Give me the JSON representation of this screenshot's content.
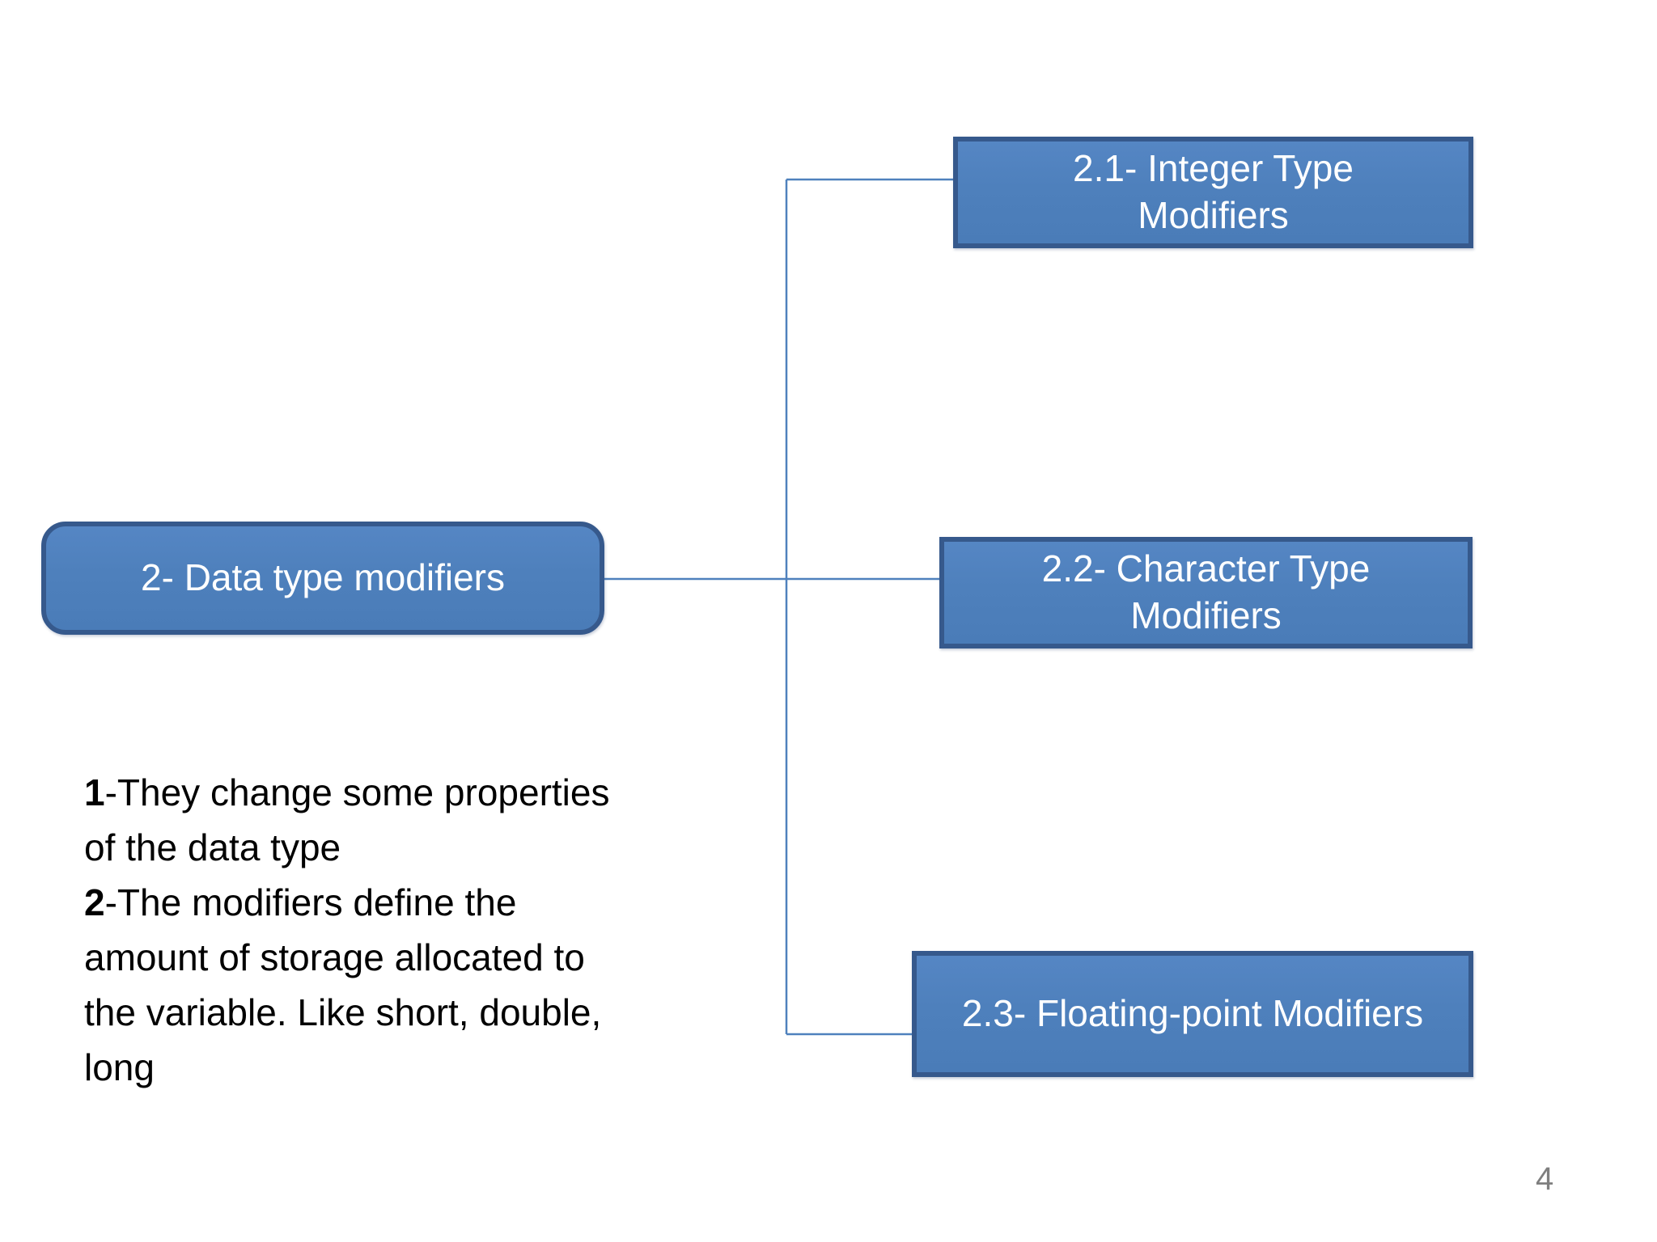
{
  "page": {
    "number": "4"
  },
  "diagram": {
    "root": {
      "label": "2- Data type modifiers"
    },
    "children": [
      {
        "lines": [
          "2.1- Integer Type",
          "Modifiers"
        ]
      },
      {
        "lines": [
          "2.2- Character Type",
          "Modifiers"
        ]
      },
      {
        "lines": [
          "2.3- Floating-point Modifiers"
        ]
      }
    ]
  },
  "notes": {
    "lines": [
      {
        "bold": "1",
        "rest": "-They change some properties"
      },
      {
        "rest": "of the data type"
      },
      {
        "bold": "2",
        "rest": "-The modifiers define the"
      },
      {
        "rest": "amount of storage allocated to"
      },
      {
        "rest": "the variable. Like short, double,"
      },
      {
        "rest": "long"
      }
    ]
  },
  "colors": {
    "background": "#FFFFFF",
    "node_fill": "#4E80BC",
    "node_border": "#36598C",
    "node_text": "#FFFFFF",
    "connector": "#4F81BD",
    "notes_text": "#000000",
    "page_number": "#7F7F7F"
  }
}
